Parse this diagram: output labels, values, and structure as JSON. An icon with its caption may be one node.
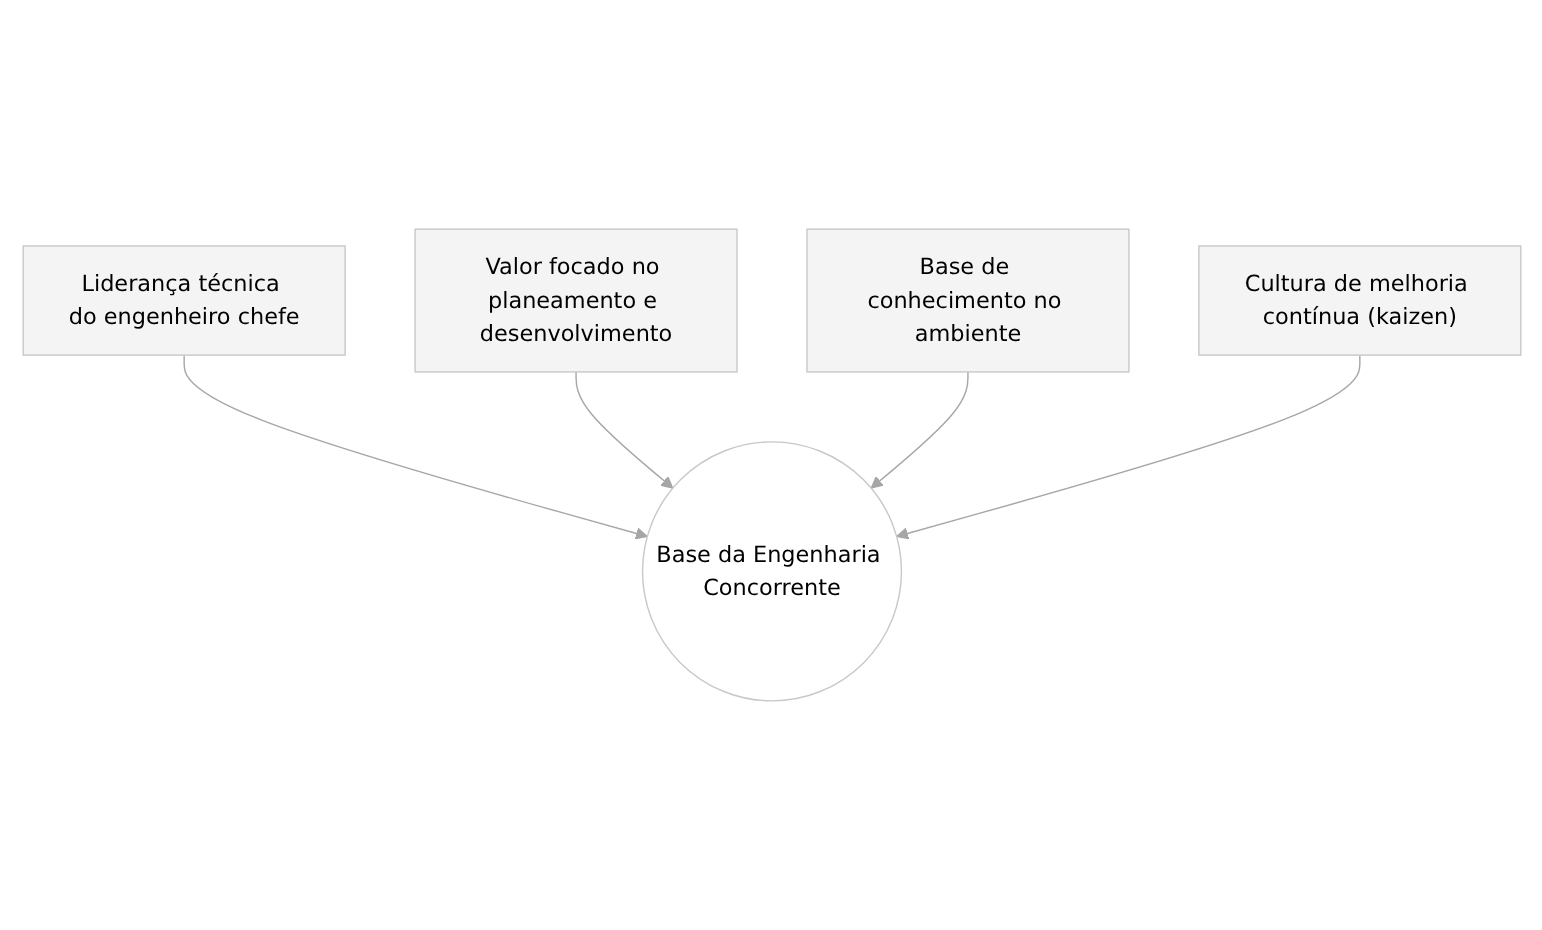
{
  "diagram": {
    "nodes": [
      {
        "text": [
          "Liderança técnica do engenheiro chefe"
        ]
      },
      {
        "text": [
          "Valor focado no planeamento e desenvolvimento"
        ]
      },
      {
        "text": [
          "Base de conhecimento no ambiente"
        ]
      },
      {
        "text": [
          "Cultura de melhoria contínua (kaizen)"
        ]
      },
      {
        "text": [
          "Base da Engenharia Concorrente"
        ]
      }
    ],
    "edges": [
      {
        "from": 0,
        "to": 4,
        "arrow": "to"
      },
      {
        "from": 1,
        "to": 4,
        "arrow": "to"
      },
      {
        "from": 2,
        "to": 4,
        "arrow": "to"
      },
      {
        "from": 3,
        "to": 4,
        "arrow": "to"
      }
    ]
  }
}
